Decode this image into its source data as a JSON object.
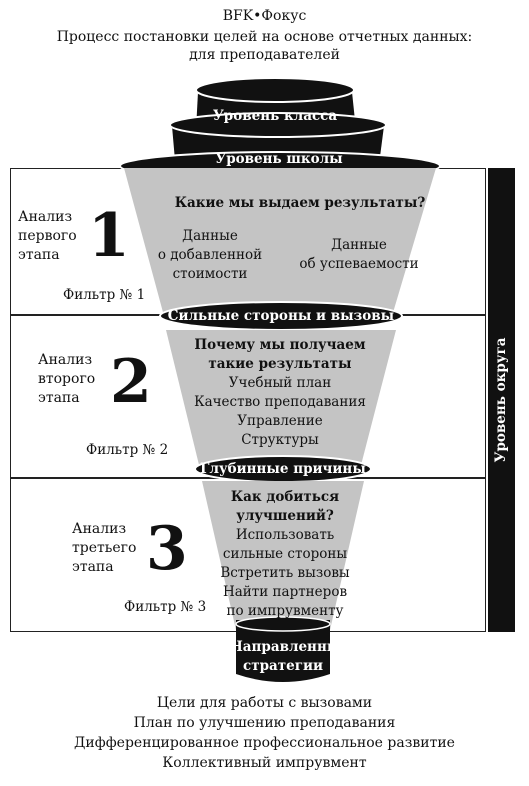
{
  "header": {
    "brand": "BFK•Фокус",
    "title_line1": "Процесс постановки целей на основе отчетных данных:",
    "title_line2": "для преподавателей"
  },
  "funnel": {
    "level_class": "Уровень класса",
    "level_school": "Уровень школы",
    "stage1": {
      "label_lines": [
        "Анализ",
        "первого",
        "этапа"
      ],
      "number": "1",
      "filter": "Фильтр № 1",
      "question": "Какие мы выдаем результаты?",
      "left_lines": [
        "Данные",
        "о добавленной",
        "стоимости"
      ],
      "right_lines": [
        "Данные",
        "об успеваемости"
      ]
    },
    "band1": "Сильные стороны и вызовы",
    "stage2": {
      "label_lines": [
        "Анализ",
        "второго",
        "этапа"
      ],
      "number": "2",
      "filter": "Фильтр № 2",
      "question_lines": [
        "Почему мы получаем",
        "такие результаты"
      ],
      "items": [
        "Учебный план",
        "Качество преподавания",
        "Управление",
        "Структуры"
      ]
    },
    "band2": "Глубинные причины",
    "stage3": {
      "label_lines": [
        "Анализ",
        "третьего",
        "этапа"
      ],
      "number": "3",
      "filter": "Фильтр № 3",
      "question_lines": [
        "Как добиться",
        "улучшений?"
      ],
      "items": [
        "Использовать",
        "сильные стороны",
        "Встретить вызовы",
        "Найти партнеров",
        "по импрувменту"
      ]
    },
    "bottom_lines": [
      "Направленные",
      "стратегии"
    ]
  },
  "side_label": "Уровень округа",
  "footer": [
    "Цели для работы с вызовами",
    "План по улучшению преподавания",
    "Дифференцированное профессиональное развитие",
    "Коллективный импрувмент"
  ],
  "colors": {
    "dark": "#111111",
    "gray": "#c4c4c4",
    "white": "#ffffff"
  }
}
